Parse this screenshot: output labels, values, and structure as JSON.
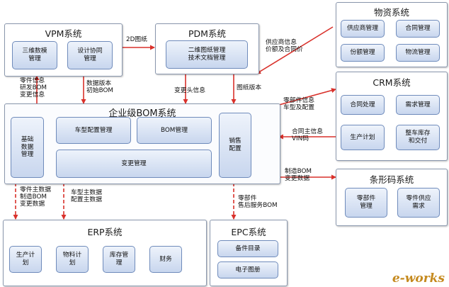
{
  "vpm": {
    "title": "VPM系统",
    "modules": [
      "三维数模\n管理",
      "设计协同\n管理"
    ]
  },
  "pdm": {
    "title": "PDM系统",
    "modules": [
      "二维图纸管理\n技术文档管理"
    ]
  },
  "materials": {
    "title": "物资系统",
    "modules": [
      "供应商管理",
      "合同管理",
      "份额管理",
      "物流管理"
    ]
  },
  "crm": {
    "title": "CRM系统",
    "modules": [
      "合同处理",
      "需求管理",
      "生产计划",
      "整车库存\n和交付"
    ]
  },
  "bom": {
    "title": "企业级BOM系统",
    "modules": [
      "基础\n数据\n管理",
      "车型配置管理",
      "BOM管理",
      "变更管理",
      "销售\n配置"
    ]
  },
  "barcode": {
    "title": "条形码系统",
    "modules": [
      "零部件\n管理",
      "零件供应\n需求"
    ]
  },
  "erp": {
    "title": "ERP系统",
    "modules": [
      "生产计\n划",
      "物料计\n划",
      "库存管\n理",
      "财务"
    ]
  },
  "epc": {
    "title": "EPC系统",
    "modules": [
      "备件目录",
      "电子图册"
    ]
  },
  "labels": {
    "vpm_to_pdm": "2D图纸",
    "materials_to_pdm": "供应商信息\n价额及合同价",
    "bom_to_vpm": "零件信息\n研发BOM\n变更信息",
    "vpm_to_bom": "数据版本\n初始BOM",
    "pdm_to_bom_left": "变更头信息",
    "pdm_to_bom_right": "图纸版本",
    "bom_to_crm": "零部件信息\n车型及配置",
    "crm_to_bom": "合同主信息\nVIN码",
    "bom_to_barcode": "制造BOM\n变更数据",
    "bom_to_erp_a": "零件主数据\n制造BOM\n变更数据",
    "bom_to_erp_b": "车型主数据\n配置主数据",
    "bom_to_epc": "零部件\n售后服务BOM"
  },
  "logo": "e-works",
  "colors": {
    "arrow": "#d9312b",
    "module_border": "#6f8bbb"
  }
}
